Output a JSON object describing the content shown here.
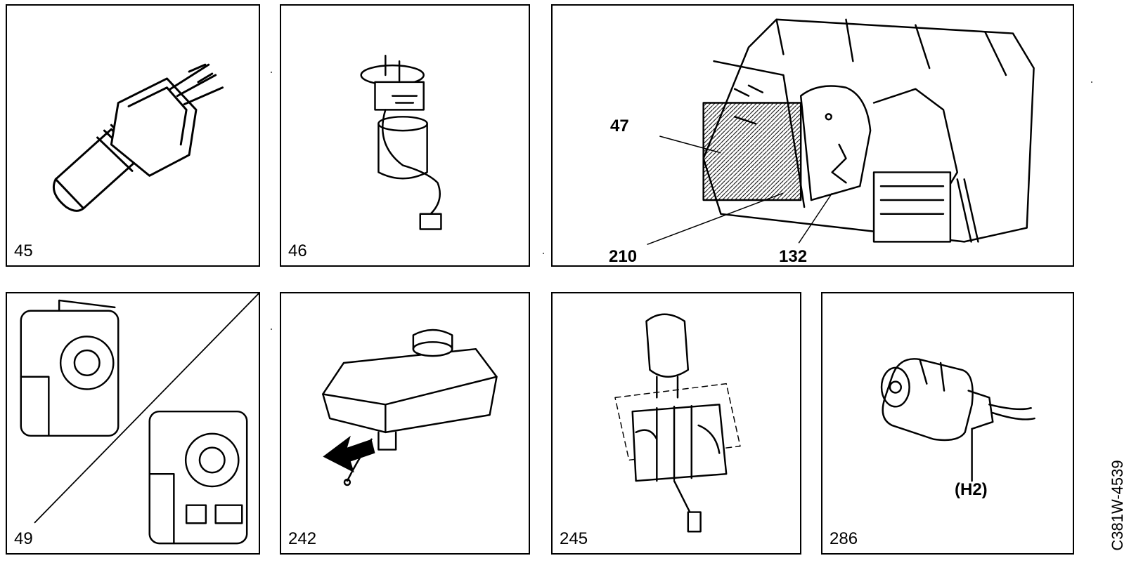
{
  "panels": [
    {
      "id": "p45",
      "label": "45"
    },
    {
      "id": "p46",
      "label": "46"
    },
    {
      "id": "p47",
      "label": "",
      "callouts": [
        "47",
        "210",
        "132"
      ]
    },
    {
      "id": "p49",
      "label": "49"
    },
    {
      "id": "p242",
      "label": "242"
    },
    {
      "id": "p245",
      "label": "245"
    },
    {
      "id": "p286",
      "label": "286",
      "callouts": [
        "(H2)"
      ]
    }
  ],
  "reference_code": "C381W-4539",
  "illustrations": {
    "p45": "temperature-sensor-icon",
    "p46": "fuel-pump-sender-icon",
    "p47": "instrument-cluster-icon",
    "p49": "switch-modules-icon",
    "p242": "fluid-reservoir-icon",
    "p245": "gear-selector-icon",
    "p286": "connector-switch-icon"
  }
}
